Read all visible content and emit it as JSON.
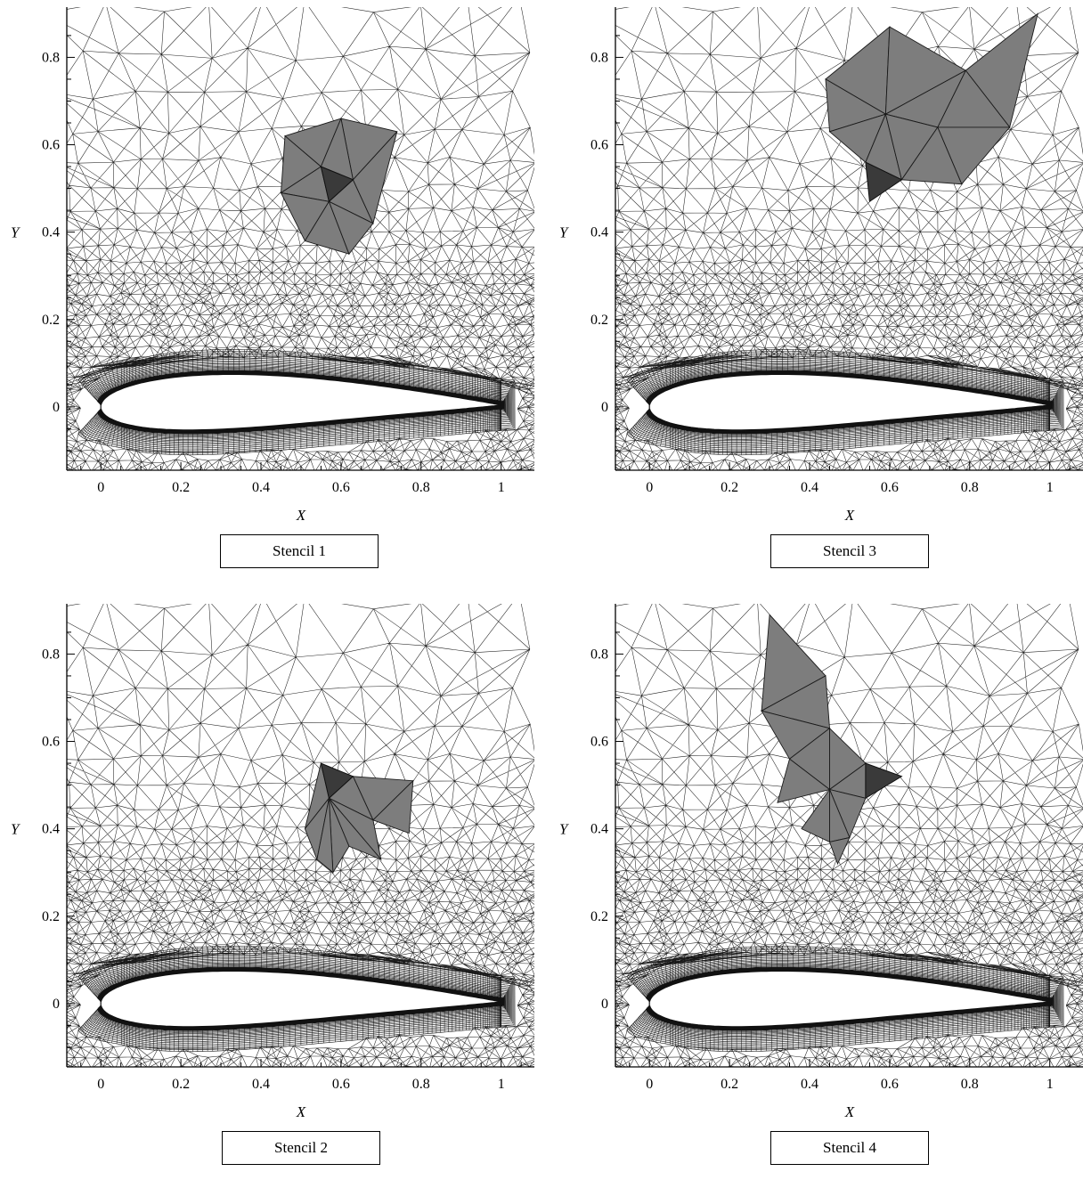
{
  "figure": {
    "x_axis_label": "X",
    "y_axis_label": "Y",
    "x_ticks": [
      "0",
      "0.2",
      "0.4",
      "0.6",
      "0.8",
      "1"
    ],
    "y_ticks": [
      "0",
      "0.2",
      "0.4",
      "0.6",
      "0.8"
    ],
    "colors": {
      "mesh": "#222222",
      "stencil_fill": "#7d7d7d",
      "target_cell_fill": "#3a3a3a",
      "airfoil_band": "#111111",
      "background": "#ffffff"
    }
  },
  "panels": [
    {
      "caption": "Stencil 1",
      "target_cell": [
        [
          0.55,
          0.55
        ],
        [
          0.63,
          0.52
        ],
        [
          0.57,
          0.47
        ]
      ],
      "stencil_cells": [
        [
          [
            0.46,
            0.62
          ],
          [
            0.6,
            0.66
          ],
          [
            0.55,
            0.55
          ]
        ],
        [
          [
            0.6,
            0.66
          ],
          [
            0.74,
            0.63
          ],
          [
            0.63,
            0.52
          ]
        ],
        [
          [
            0.6,
            0.66
          ],
          [
            0.63,
            0.52
          ],
          [
            0.55,
            0.55
          ]
        ],
        [
          [
            0.46,
            0.62
          ],
          [
            0.55,
            0.55
          ],
          [
            0.45,
            0.49
          ]
        ],
        [
          [
            0.45,
            0.49
          ],
          [
            0.55,
            0.55
          ],
          [
            0.57,
            0.47
          ]
        ],
        [
          [
            0.45,
            0.49
          ],
          [
            0.57,
            0.47
          ],
          [
            0.51,
            0.38
          ]
        ],
        [
          [
            0.51,
            0.38
          ],
          [
            0.57,
            0.47
          ],
          [
            0.62,
            0.35
          ]
        ],
        [
          [
            0.57,
            0.47
          ],
          [
            0.63,
            0.52
          ],
          [
            0.68,
            0.42
          ]
        ],
        [
          [
            0.57,
            0.47
          ],
          [
            0.68,
            0.42
          ],
          [
            0.62,
            0.35
          ]
        ],
        [
          [
            0.63,
            0.52
          ],
          [
            0.74,
            0.63
          ],
          [
            0.68,
            0.42
          ]
        ]
      ]
    },
    {
      "caption": "Stencil 3",
      "target_cell": [
        [
          0.54,
          0.56
        ],
        [
          0.63,
          0.52
        ],
        [
          0.55,
          0.47
        ]
      ],
      "stencil_cells": [
        [
          [
            0.44,
            0.75
          ],
          [
            0.6,
            0.87
          ],
          [
            0.59,
            0.67
          ]
        ],
        [
          [
            0.6,
            0.87
          ],
          [
            0.79,
            0.77
          ],
          [
            0.59,
            0.67
          ]
        ],
        [
          [
            0.79,
            0.77
          ],
          [
            0.97,
            0.9
          ],
          [
            0.9,
            0.64
          ]
        ],
        [
          [
            0.79,
            0.77
          ],
          [
            0.9,
            0.64
          ],
          [
            0.72,
            0.64
          ]
        ],
        [
          [
            0.59,
            0.67
          ],
          [
            0.79,
            0.77
          ],
          [
            0.72,
            0.64
          ]
        ],
        [
          [
            0.44,
            0.75
          ],
          [
            0.59,
            0.67
          ],
          [
            0.45,
            0.63
          ]
        ],
        [
          [
            0.45,
            0.63
          ],
          [
            0.59,
            0.67
          ],
          [
            0.54,
            0.56
          ]
        ],
        [
          [
            0.54,
            0.56
          ],
          [
            0.59,
            0.67
          ],
          [
            0.63,
            0.52
          ]
        ],
        [
          [
            0.59,
            0.67
          ],
          [
            0.72,
            0.64
          ],
          [
            0.63,
            0.52
          ]
        ],
        [
          [
            0.72,
            0.64
          ],
          [
            0.9,
            0.64
          ],
          [
            0.78,
            0.51
          ]
        ],
        [
          [
            0.72,
            0.64
          ],
          [
            0.78,
            0.51
          ],
          [
            0.63,
            0.52
          ]
        ]
      ]
    },
    {
      "caption": "Stencil 2",
      "target_cell": [
        [
          0.55,
          0.55
        ],
        [
          0.63,
          0.52
        ],
        [
          0.57,
          0.47
        ]
      ],
      "stencil_cells": [
        [
          [
            0.63,
            0.52
          ],
          [
            0.78,
            0.51
          ],
          [
            0.68,
            0.42
          ]
        ],
        [
          [
            0.78,
            0.51
          ],
          [
            0.77,
            0.39
          ],
          [
            0.68,
            0.42
          ]
        ],
        [
          [
            0.63,
            0.52
          ],
          [
            0.68,
            0.42
          ],
          [
            0.57,
            0.47
          ]
        ],
        [
          [
            0.57,
            0.47
          ],
          [
            0.68,
            0.42
          ],
          [
            0.7,
            0.33
          ]
        ],
        [
          [
            0.57,
            0.47
          ],
          [
            0.7,
            0.33
          ],
          [
            0.62,
            0.36
          ]
        ],
        [
          [
            0.57,
            0.47
          ],
          [
            0.62,
            0.36
          ],
          [
            0.58,
            0.3
          ]
        ],
        [
          [
            0.55,
            0.55
          ],
          [
            0.57,
            0.47
          ],
          [
            0.51,
            0.4
          ]
        ],
        [
          [
            0.51,
            0.4
          ],
          [
            0.57,
            0.47
          ],
          [
            0.54,
            0.33
          ]
        ],
        [
          [
            0.54,
            0.33
          ],
          [
            0.57,
            0.47
          ],
          [
            0.58,
            0.3
          ]
        ]
      ]
    },
    {
      "caption": "Stencil 4",
      "target_cell": [
        [
          0.54,
          0.55
        ],
        [
          0.63,
          0.52
        ],
        [
          0.54,
          0.47
        ]
      ],
      "stencil_cells": [
        [
          [
            0.3,
            0.89
          ],
          [
            0.44,
            0.75
          ],
          [
            0.28,
            0.67
          ]
        ],
        [
          [
            0.44,
            0.75
          ],
          [
            0.45,
            0.63
          ],
          [
            0.28,
            0.67
          ]
        ],
        [
          [
            0.28,
            0.67
          ],
          [
            0.45,
            0.63
          ],
          [
            0.35,
            0.56
          ]
        ],
        [
          [
            0.45,
            0.63
          ],
          [
            0.54,
            0.55
          ],
          [
            0.45,
            0.49
          ]
        ],
        [
          [
            0.45,
            0.63
          ],
          [
            0.45,
            0.49
          ],
          [
            0.35,
            0.56
          ]
        ],
        [
          [
            0.35,
            0.56
          ],
          [
            0.45,
            0.49
          ],
          [
            0.32,
            0.46
          ]
        ],
        [
          [
            0.45,
            0.49
          ],
          [
            0.54,
            0.55
          ],
          [
            0.54,
            0.47
          ]
        ],
        [
          [
            0.45,
            0.49
          ],
          [
            0.54,
            0.47
          ],
          [
            0.5,
            0.38
          ]
        ],
        [
          [
            0.45,
            0.49
          ],
          [
            0.5,
            0.38
          ],
          [
            0.45,
            0.37
          ]
        ],
        [
          [
            0.45,
            0.49
          ],
          [
            0.45,
            0.37
          ],
          [
            0.38,
            0.4
          ]
        ],
        [
          [
            0.45,
            0.37
          ],
          [
            0.5,
            0.38
          ],
          [
            0.47,
            0.32
          ]
        ]
      ]
    }
  ]
}
